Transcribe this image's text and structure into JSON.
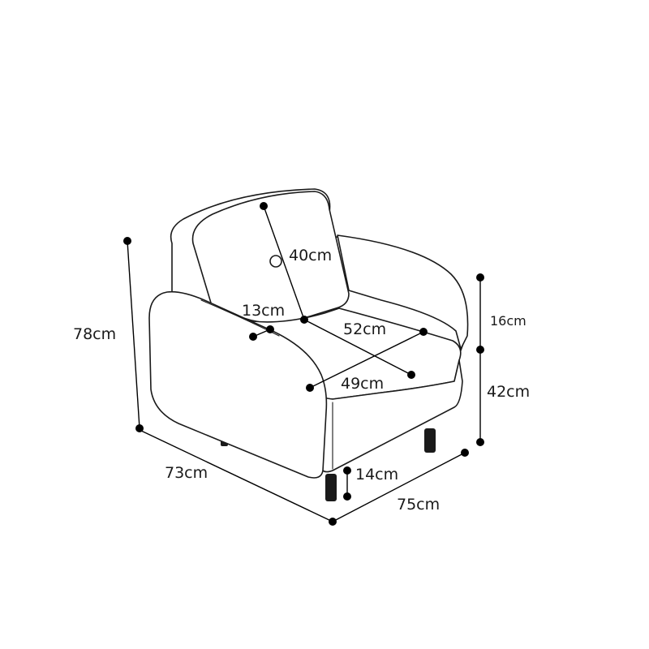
{
  "diagram": {
    "subject": "armchair",
    "dimensions": {
      "overall_height": "78cm",
      "depth": "73cm",
      "width": "75cm",
      "backrest_height": "40cm",
      "armrest_width": "13cm",
      "seat_width": "52cm",
      "seat_depth": "49cm",
      "back_above_arm": "16cm",
      "arm_height": "42cm",
      "leg_height": "14cm"
    }
  }
}
